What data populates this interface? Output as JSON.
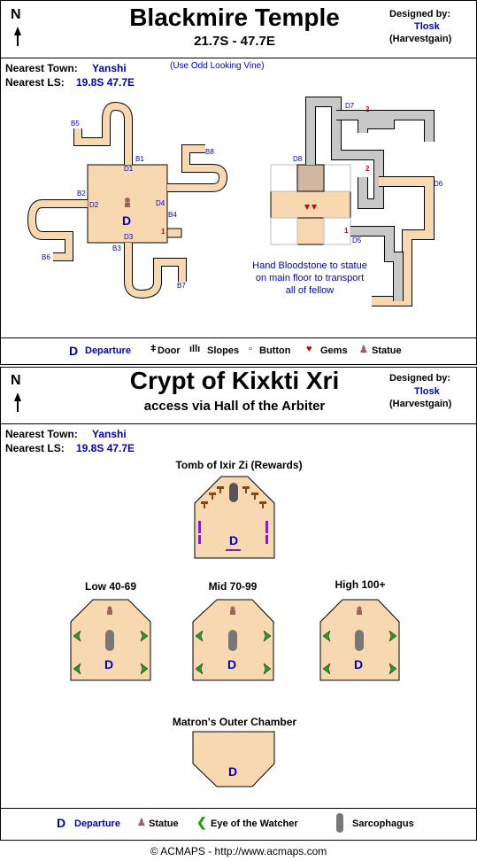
{
  "top": {
    "title": "Blackmire Temple",
    "coords": "21.7S - 47.7E",
    "designed_by_label": "Designed by:",
    "designer": "Tlosk",
    "designer2": "(Harvestgain)",
    "north": "N",
    "town_label": "Nearest Town:",
    "town": "Yanshi",
    "ls_label": "Nearest LS:",
    "ls": "19.8S 47.7E",
    "note": "(Use Odd Looking Vine)",
    "statue_note_1": "Hand Bloodstone to statue",
    "statue_note_2": "on main floor to transport",
    "statue_note_3": "all of fellow",
    "labels": {
      "b1": "B1",
      "b2": "B2",
      "b3": "B3",
      "b4": "B4",
      "b5": "B5",
      "b6": "B6",
      "b7": "B7",
      "b8": "B8",
      "d1": "D1",
      "d2": "D2",
      "d3": "D3",
      "d4": "D4",
      "d5": "D5",
      "d6": "D6",
      "d7": "D7",
      "d8": "D8",
      "one_a": "1",
      "one_b": "1",
      "two_a": "2",
      "two_b": "2",
      "D": "D"
    },
    "legend": {
      "departure_sym": "D",
      "departure": "Departure",
      "door": "Door",
      "slopes": "Slopes",
      "button": "Button",
      "gems": "Gems",
      "statue": "Statue"
    }
  },
  "bottom": {
    "title": "Crypt of Kixkti Xri",
    "subtitle": "access via Hall of the Arbiter",
    "designed_by_label": "Designed by:",
    "designer": "Tlosk",
    "designer2": "(Harvestgain)",
    "north": "N",
    "town_label": "Nearest Town:",
    "town": "Yanshi",
    "ls_label": "Nearest LS:",
    "ls": "19.8S 47.7E",
    "rooms": {
      "tomb": "Tomb of Ixir Zi (Rewards)",
      "low": "Low 40-69",
      "mid": "Mid 70-99",
      "high": "High 100+",
      "matron": "Matron's Outer Chamber"
    },
    "D": "D",
    "legend": {
      "departure_sym": "D",
      "departure": "Departure",
      "statue": "Statue",
      "eye": "Eye of the Watcher",
      "sarcophagus": "Sarcophagus"
    }
  },
  "footer": "© ACMAPS - http://www.acmaps.com",
  "colors": {
    "floor": "#f8d8b0",
    "corridor_gray": "#c8c8c8",
    "blue": "#0000c0",
    "red": "#d00000",
    "purple": "#8020c0",
    "eye_green": "#20a020"
  }
}
